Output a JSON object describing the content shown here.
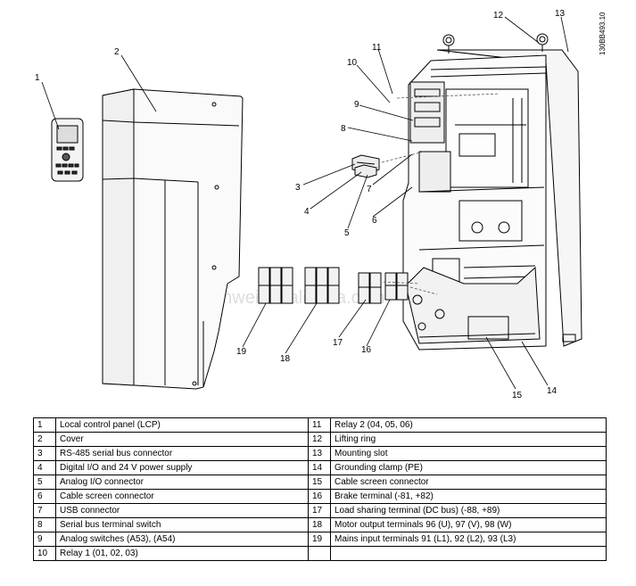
{
  "figure": {
    "doc_number": "130BB493.10",
    "watermark": "cenwei.en.alibaba.com",
    "callouts": [
      "1",
      "2",
      "3",
      "4",
      "5",
      "6",
      "7",
      "8",
      "9",
      "10",
      "11",
      "12",
      "13",
      "14",
      "15",
      "16",
      "17",
      "18",
      "19"
    ]
  },
  "legend": {
    "rows": [
      {
        "left_num": "1",
        "left_text": "Local control panel (LCP)",
        "right_num": "11",
        "right_text": "Relay 2 (04, 05, 06)"
      },
      {
        "left_num": "2",
        "left_text": "Cover",
        "right_num": "12",
        "right_text": "Lifting ring"
      },
      {
        "left_num": "3",
        "left_text": "RS-485 serial bus connector",
        "right_num": "13",
        "right_text": "Mounting slot"
      },
      {
        "left_num": "4",
        "left_text": "Digital I/O and 24 V power supply",
        "right_num": "14",
        "right_text": "Grounding clamp (PE)"
      },
      {
        "left_num": "5",
        "left_text": "Analog I/O connector",
        "right_num": "15",
        "right_text": "Cable screen connector"
      },
      {
        "left_num": "6",
        "left_text": "Cable screen connector",
        "right_num": "16",
        "right_text": "Brake terminal (-81, +82)"
      },
      {
        "left_num": "7",
        "left_text": "USB connector",
        "right_num": "17",
        "right_text": "Load sharing terminal (DC bus) (-88, +89)"
      },
      {
        "left_num": "8",
        "left_text": "Serial bus terminal switch",
        "right_num": "18",
        "right_text": "Motor output terminals 96 (U), 97 (V), 98 (W)"
      },
      {
        "left_num": "9",
        "left_text": "Analog switches (A53), (A54)",
        "right_num": "19",
        "right_text": "Mains input terminals 91 (L1), 92 (L2), 93 (L3)"
      },
      {
        "left_num": "10",
        "left_text": "Relay 1 (01, 02, 03)",
        "right_num": "",
        "right_text": ""
      }
    ]
  }
}
